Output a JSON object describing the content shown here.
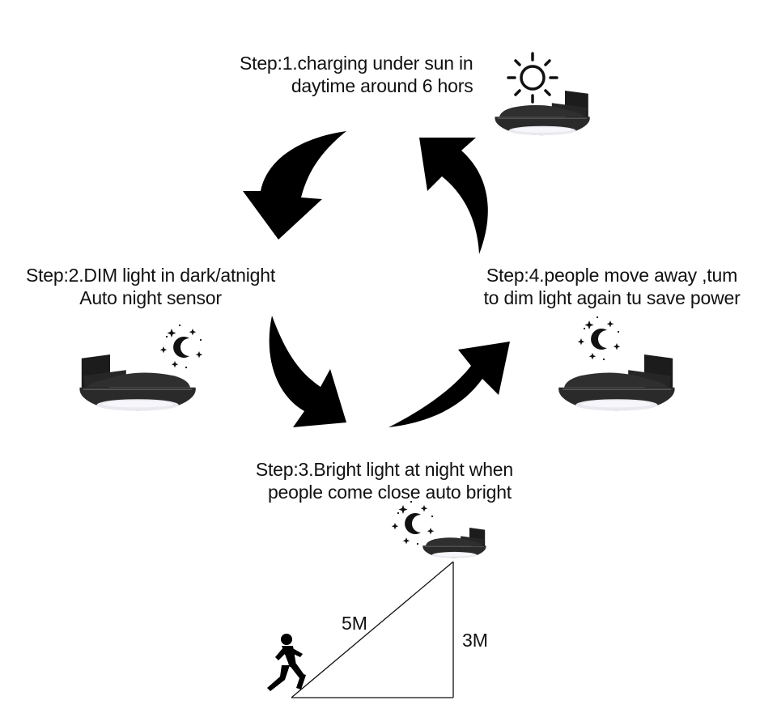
{
  "steps": {
    "step1": {
      "line1": "Step:1.charging under sun in",
      "line2": "daytime around 6 hors"
    },
    "step2": {
      "line1": "Step:2.DIM light in dark/atnight",
      "line2": "Auto night sensor"
    },
    "step3": {
      "line1": "Step:3.Bright light at night when",
      "line2": "people come close auto bright"
    },
    "step4": {
      "line1": "Step:4.people move away ,tum",
      "line2": "to dim light again tu save power"
    }
  },
  "distances": {
    "diagonal": "5M",
    "vertical": "3M"
  },
  "icons": {
    "sun": "sun-icon",
    "moon": "moon-stars-icon",
    "lamp": "solar-wall-lamp",
    "runner": "running-person-icon",
    "arrow": "cycle-arrow"
  },
  "colors": {
    "lamp_body": "#2a2a2a",
    "lamp_lens": "#e9e9ef",
    "ink": "#111111"
  }
}
